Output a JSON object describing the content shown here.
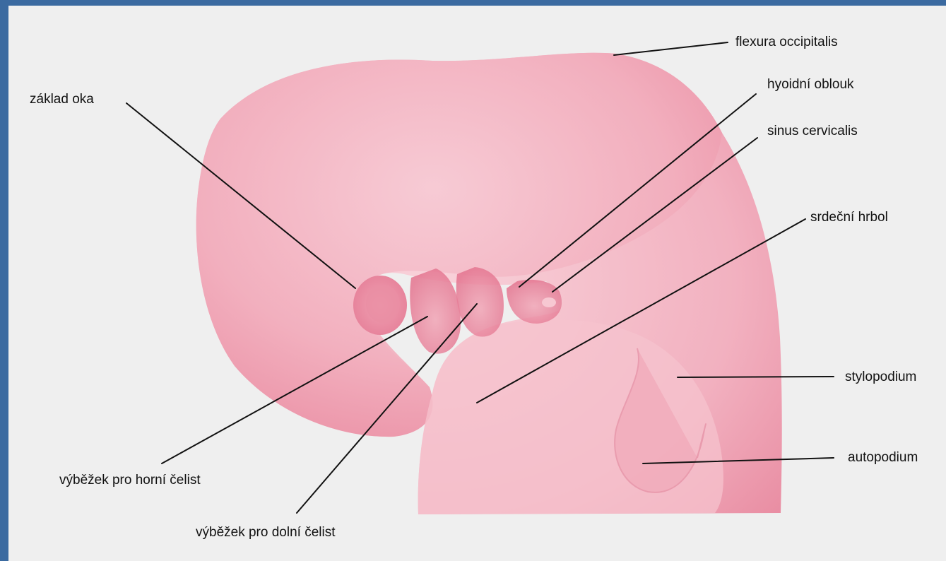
{
  "labels": {
    "flexura_occipitalis": "flexura occipitalis",
    "zaklad_oka": "základ oka",
    "hyoidni_oblouk": "hyoidní oblouk",
    "sinus_cervicalis": "sinus cervicalis",
    "srdecni_hrbol": "srdeční hrbol",
    "stylopodium": "stylopodium",
    "autopodium": "autopodium",
    "vybezek_horni": "výběžek pro horní čelist",
    "vybezek_dolni": "výběžek pro dolní čelist"
  },
  "colors": {
    "frame": "#3b6aa0",
    "background": "#efefef",
    "embryo_light": "#f6c4cf",
    "embryo_mid": "#f0a0b2",
    "embryo_dark": "#e77a93",
    "leader": "#111111"
  }
}
